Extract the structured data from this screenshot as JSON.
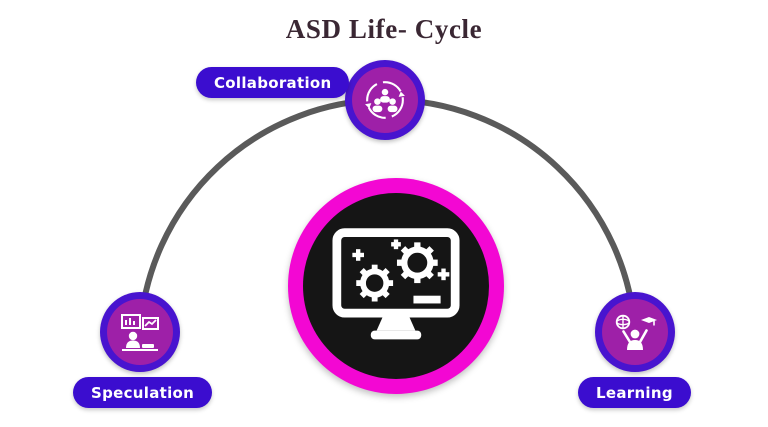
{
  "title": "ASD Life- Cycle",
  "nodes": [
    {
      "id": "collaboration",
      "label": "Collaboration",
      "icon": "collaboration-people-icon"
    },
    {
      "id": "speculation",
      "label": "Speculation",
      "icon": "speculation-analytics-icon"
    },
    {
      "id": "learning",
      "label": "Learning",
      "icon": "learning-person-icon"
    }
  ],
  "center": {
    "icon": "monitor-gears-icon"
  },
  "colors": {
    "title_text": "#3a2733",
    "label_bg": "#3b0dcf",
    "label_text": "#ffffff",
    "node_ring": "#4814cf",
    "node_inner": "#9e20a8",
    "center_ring": "#f307d3",
    "center_bg": "#151515",
    "arc": "#5a5a5a",
    "icon": "#ffffff",
    "background": "#ffffff"
  }
}
